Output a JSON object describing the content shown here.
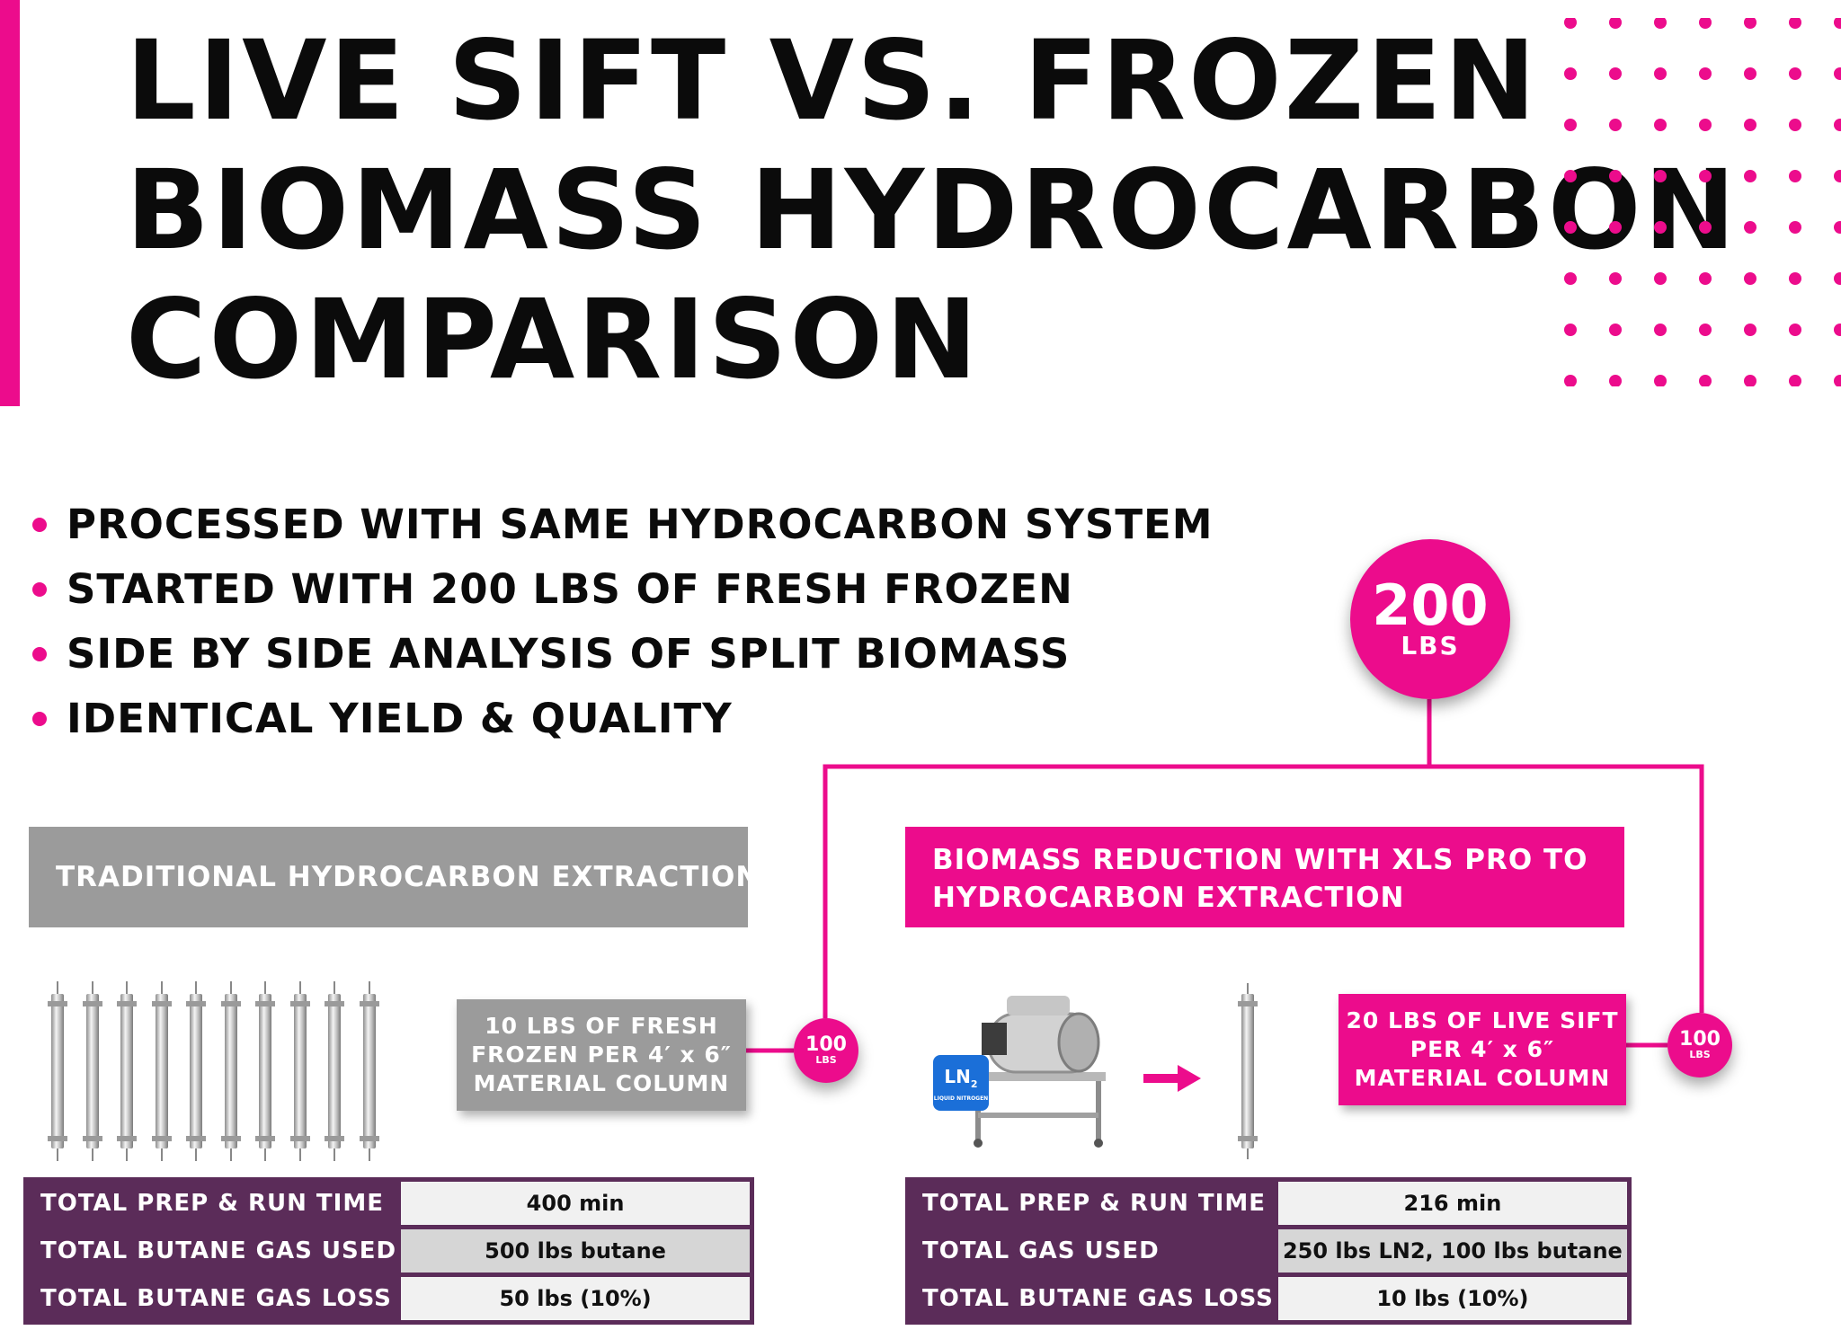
{
  "title": {
    "line1": "LIVE SIFT VS. FROZEN",
    "line2": "BIOMASS HYDROCARBON",
    "line3": "COMPARISON"
  },
  "bullets": [
    "PROCESSED WITH SAME HYDROCARBON SYSTEM",
    "STARTED WITH 200 LBS OF FRESH FROZEN",
    "SIDE BY SIDE ANALYSIS OF SPLIT BIOMASS",
    "IDENTICAL YIELD & QUALITY"
  ],
  "total_circle": {
    "value": "200",
    "unit": "LBS"
  },
  "left": {
    "header": "TRADITIONAL HYDROCARBON EXTRACTION",
    "box": {
      "line1": "10 LBS OF FRESH",
      "line2": "FROZEN PER 4′ x 6″",
      "line3": "MATERIAL COLUMN"
    },
    "circle": {
      "value": "100",
      "unit": "LBS"
    },
    "column_count": 10,
    "table": [
      {
        "label": "TOTAL PREP & RUN TIME",
        "value": "400 min"
      },
      {
        "label": "TOTAL BUTANE GAS USED",
        "value": "500 lbs butane"
      },
      {
        "label": "TOTAL BUTANE GAS LOSS",
        "value": "50 lbs (10%)"
      }
    ]
  },
  "right": {
    "header": {
      "line1": "BIOMASS REDUCTION WITH XLS PRO TO",
      "line2": "HYDROCARBON EXTRACTION"
    },
    "box": {
      "line1": "20 LBS OF LIVE SIFT",
      "line2": "PER 4′ x 6″",
      "line3": "MATERIAL COLUMN"
    },
    "circle": {
      "value": "100",
      "unit": "LBS"
    },
    "ln2_badge": {
      "text": "LN",
      "sub": "2",
      "caption": "LIQUID NITROGEN"
    },
    "table": [
      {
        "label": "TOTAL PREP & RUN TIME",
        "value": "216 min"
      },
      {
        "label": "TOTAL GAS USED",
        "value": "250 lbs LN2, 100 lbs butane"
      },
      {
        "label": "TOTAL BUTANE GAS LOSS",
        "value": "10 lbs (10%)"
      }
    ]
  },
  "colors": {
    "accent": "#ec0c8c",
    "gray": "#9b9b9b",
    "table_frame": "#5b2c59",
    "ln2_blue": "#1b6fd8"
  }
}
